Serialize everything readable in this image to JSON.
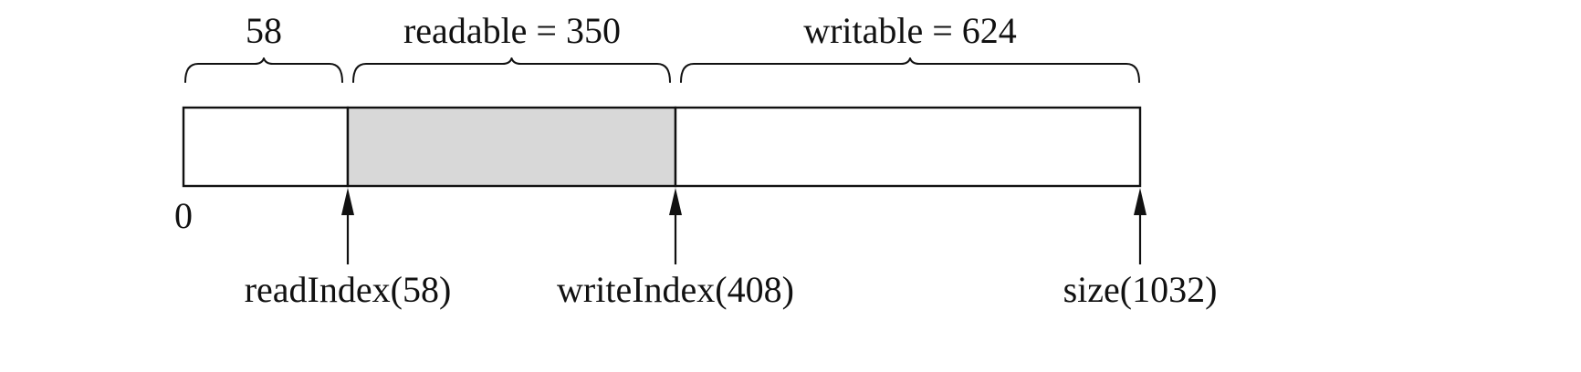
{
  "buffer": {
    "size": 1032,
    "read_index": 58,
    "write_index": 408,
    "fill_colors": {
      "prependable": "#ffffff",
      "readable": "#d8d8d8",
      "writable": "#ffffff"
    }
  },
  "braces": {
    "prependable_label": "58",
    "readable_label": "readable = 350",
    "writable_label": "writable = 624"
  },
  "markers": {
    "zero_label": "0",
    "read_index_label": "readIndex(58)",
    "write_index_label": "writeIndex(408)",
    "size_label": "size(1032)"
  }
}
